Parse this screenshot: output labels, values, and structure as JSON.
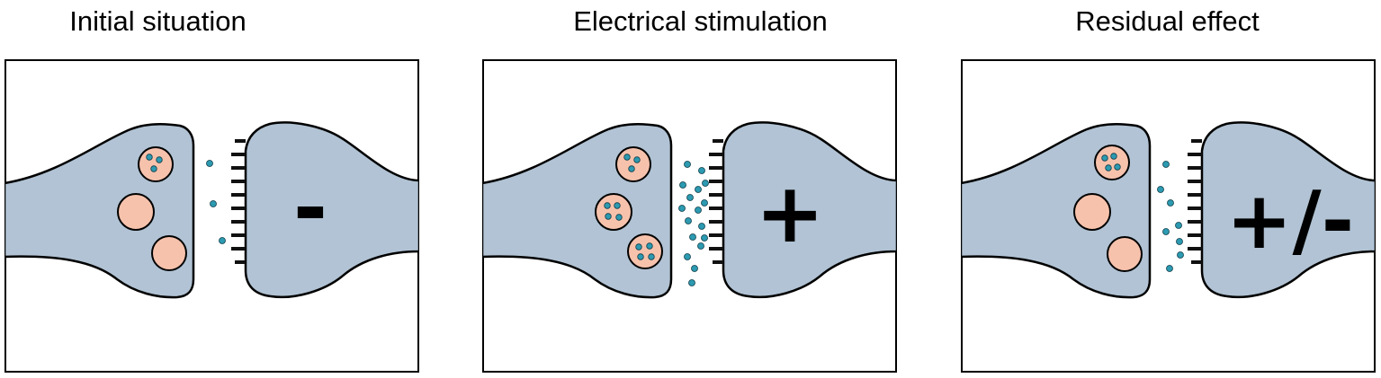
{
  "panels": [
    {
      "title": "Initial situation",
      "sign": "-",
      "vesicles": [
        {
          "transmitter_count": 3
        },
        {
          "transmitter_count": 0
        },
        {
          "transmitter_count": 0
        }
      ],
      "cleft_transmitter_count": 3
    },
    {
      "title": "Electrical stimulation",
      "sign": "+",
      "vesicles": [
        {
          "transmitter_count": 3
        },
        {
          "transmitter_count": 4
        },
        {
          "transmitter_count": 4
        }
      ],
      "cleft_transmitter_count": 17
    },
    {
      "title": "Residual effect",
      "sign": "+/-",
      "vesicles": [
        {
          "transmitter_count": 4
        },
        {
          "transmitter_count": 0
        },
        {
          "transmitter_count": 0
        }
      ],
      "cleft_transmitter_count": 8
    }
  ],
  "colors": {
    "neuron": "#b1c3d4",
    "vesicle": "#f7c2ac",
    "transmitter": "#2c9ab1",
    "receptor": "#111111",
    "outline": "#000000"
  }
}
